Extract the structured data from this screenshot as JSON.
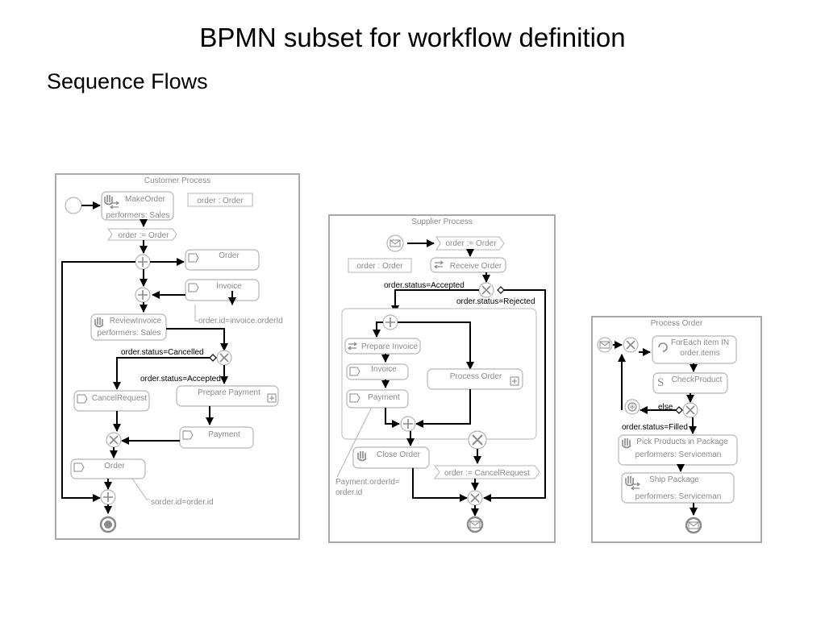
{
  "slide": {
    "title": "BPMN subset for workflow definition",
    "subtitle": "Sequence Flows"
  },
  "customer": {
    "pool_title": "Customer Process",
    "make_order": "MakeOrder",
    "make_order_performers": "performers: Sales",
    "data_order": "order : Order",
    "assign_order": "order := Order",
    "msg_order": "Order",
    "msg_invoice": "Invoice",
    "annot_invoice": "order.id=invoice.orderId",
    "review_invoice": "ReviewInvoice",
    "review_performers": "performers: Sales",
    "cond_cancelled": "order.status=Cancelled",
    "cond_accepted": "order.status=Accepted",
    "cancel_request": "CancelRequest",
    "prepare_payment": "Prepare Payment",
    "payment": "Payment",
    "order_end": "Order",
    "annot_sorder": "sorder.id=order.id"
  },
  "supplier": {
    "pool_title": "Supplier Process",
    "assign_order": "order := Order",
    "data_order": "order : Order",
    "receive_order": "Receive Order",
    "cond_accepted": "order.status=Accepted",
    "cond_rejected": "order.status=Rejected",
    "prepare_invoice": "Prepare Invoice",
    "invoice": "Invoice",
    "payment": "Payment",
    "process_order": "Process Order",
    "close_order": "Close Order",
    "assign_cancel": "order := CancelRequest",
    "annot_payment_1": "Payment.orderId=",
    "annot_payment_2": "order.id"
  },
  "process": {
    "pool_title": "Process Order",
    "foreach_1": "ForEach item IN",
    "foreach_2": "order.items",
    "check_product": "CheckProduct",
    "cond_else": "else",
    "cond_filled": "order.status=Filled",
    "pick_products": "Pick Products in Package",
    "pick_performers": "performers: Serviceman",
    "ship_package": "Ship Package",
    "ship_performers": "performers: Serviceman"
  },
  "icons": [
    "hand-icon",
    "exchange-arrows-icon",
    "envelope-icon",
    "message-tag-icon",
    "loop-icon",
    "script-icon",
    "plus-gateway-icon",
    "x-gateway-icon",
    "end-event-icon"
  ]
}
